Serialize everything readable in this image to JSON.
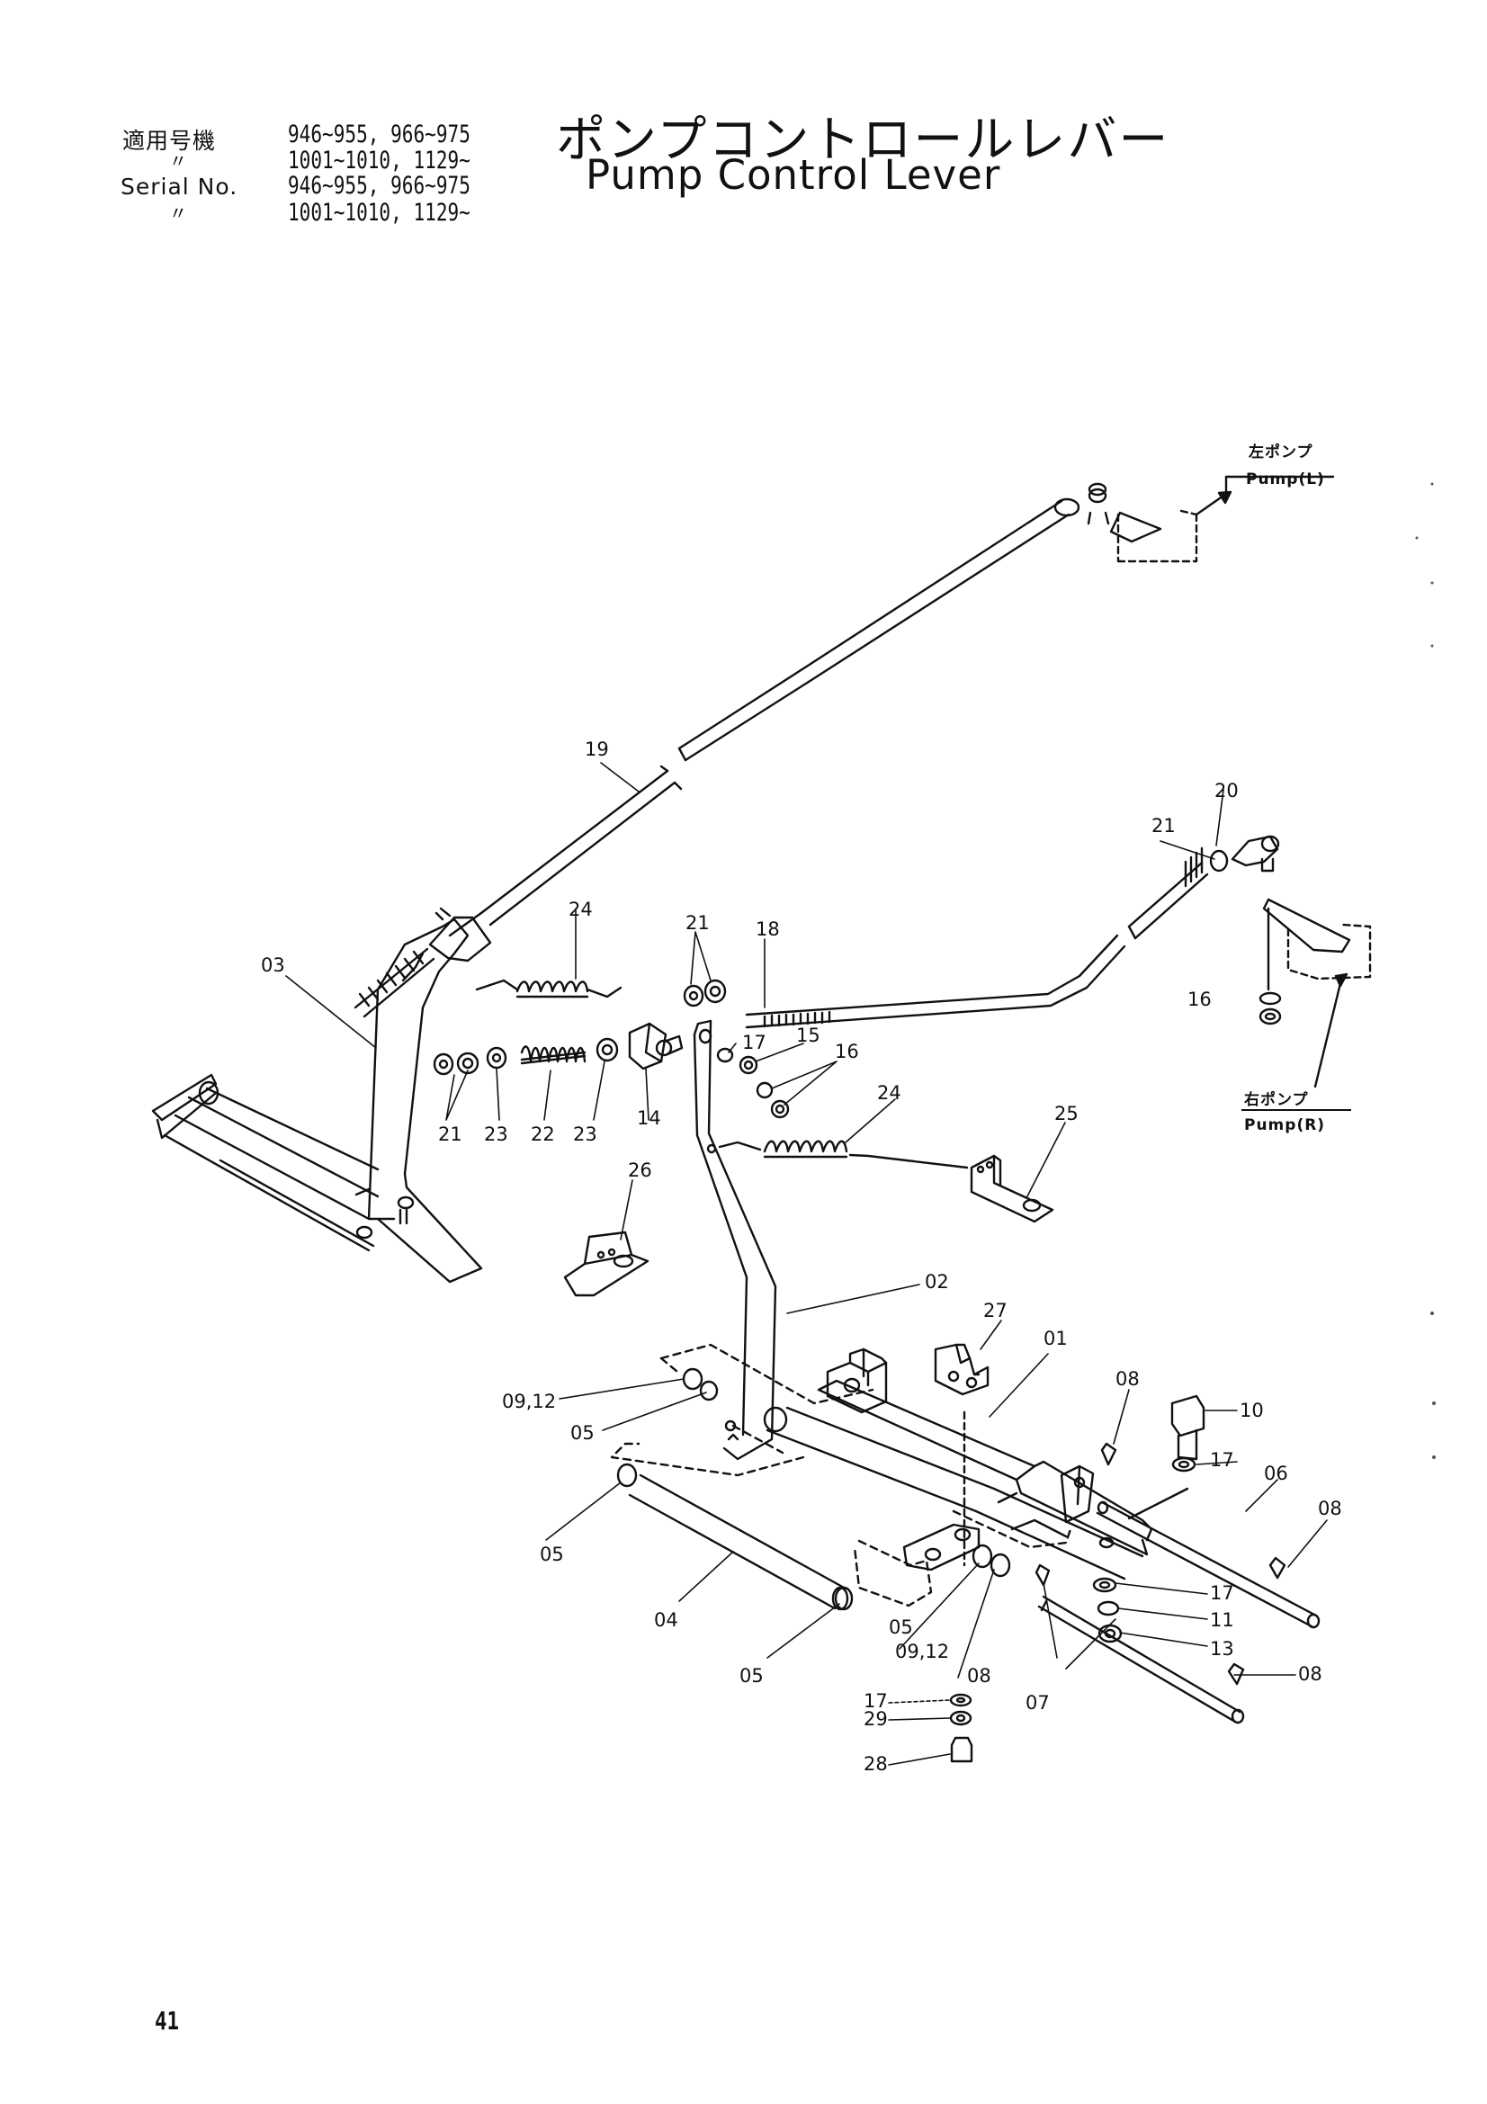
{
  "header": {
    "applicable_label": "適用号機",
    "ditto_mark": "〃",
    "serial_label": "Serial No.",
    "serial_lines": [
      "946~955, 966~975",
      "1001~1010, 1129~",
      "946~955, 966~975",
      "1001~1010, 1129~"
    ],
    "title_jp": "ポンプコントロールレバー",
    "title_en": "Pump Control  Lever"
  },
  "pump_labels": {
    "left_jp": "左ポンプ",
    "left_en": "Pump(L)",
    "right_jp": "右ポンプ",
    "right_en": "Pump(R)"
  },
  "callouts": [
    "01",
    "02",
    "03",
    "04",
    "05",
    "05",
    "05",
    "05",
    "06",
    "07",
    "08",
    "08",
    "08",
    "08",
    "09,12",
    "09,12",
    "10",
    "11",
    "13",
    "14",
    "15",
    "16",
    "16",
    "17",
    "17",
    "17",
    "17",
    "18",
    "19",
    "20",
    "21",
    "21",
    "21",
    "22",
    "23",
    "23",
    "24",
    "24",
    "25",
    "26",
    "27",
    "28",
    "29"
  ],
  "page_number": "41"
}
